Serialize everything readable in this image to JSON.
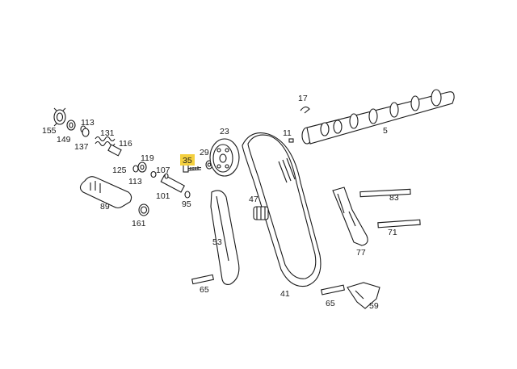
{
  "highlight_color": "#f4d03f",
  "highlighted_label": "35",
  "labels": {
    "l155": "155",
    "l149": "149",
    "l113a": "113",
    "l137": "137",
    "l131": "131",
    "l116": "116",
    "l119": "119",
    "l125": "125",
    "l113b": "113",
    "l107": "107",
    "l101": "101",
    "l95": "95",
    "l89": "89",
    "l161": "161",
    "l35": "35",
    "l29": "29",
    "l23": "23",
    "l17": "17",
    "l11": "11",
    "l5": "5",
    "l47": "47",
    "l53": "53",
    "l65a": "65",
    "l41": "41",
    "l83": "83",
    "l71": "71",
    "l77": "77",
    "l65b": "65",
    "l59": "59"
  }
}
